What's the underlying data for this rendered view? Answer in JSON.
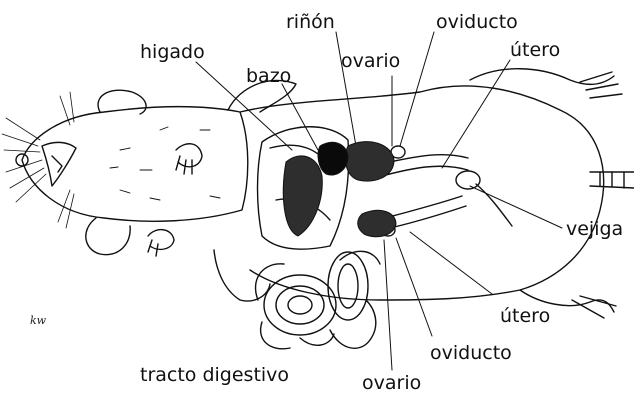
{
  "labels": {
    "rinon": "riñón",
    "oviducto_top": "oviducto",
    "higado": "higado",
    "ovario_top": "ovario",
    "utero_top": "útero",
    "bazo": "bazo",
    "vejiga": "vejiga",
    "utero_bottom": "útero",
    "oviducto_bottom": "oviducto",
    "tracto_digestivo": "tracto digestivo",
    "ovario_bottom": "ovario"
  },
  "signature": "kw",
  "colors": {
    "ink": "#111111",
    "organ_dark": "#3a3a3a",
    "background": "#ffffff"
  }
}
